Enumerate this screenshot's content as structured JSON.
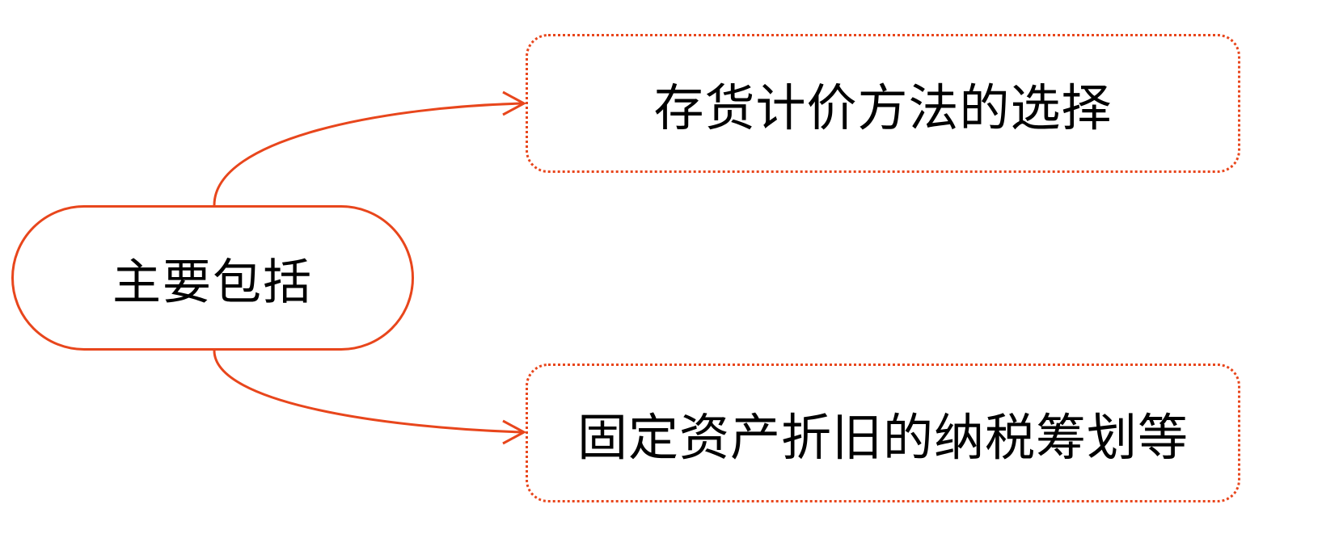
{
  "diagram": {
    "type": "mind-map",
    "accent_color": "#E8461C",
    "root": {
      "label": "主要包括"
    },
    "children": [
      {
        "label": "存货计价方法的选择"
      },
      {
        "label": "固定资产折旧的纳税筹划等"
      }
    ],
    "edges": [
      {
        "from": "root",
        "to": "children.0"
      },
      {
        "from": "root",
        "to": "children.1"
      }
    ]
  }
}
